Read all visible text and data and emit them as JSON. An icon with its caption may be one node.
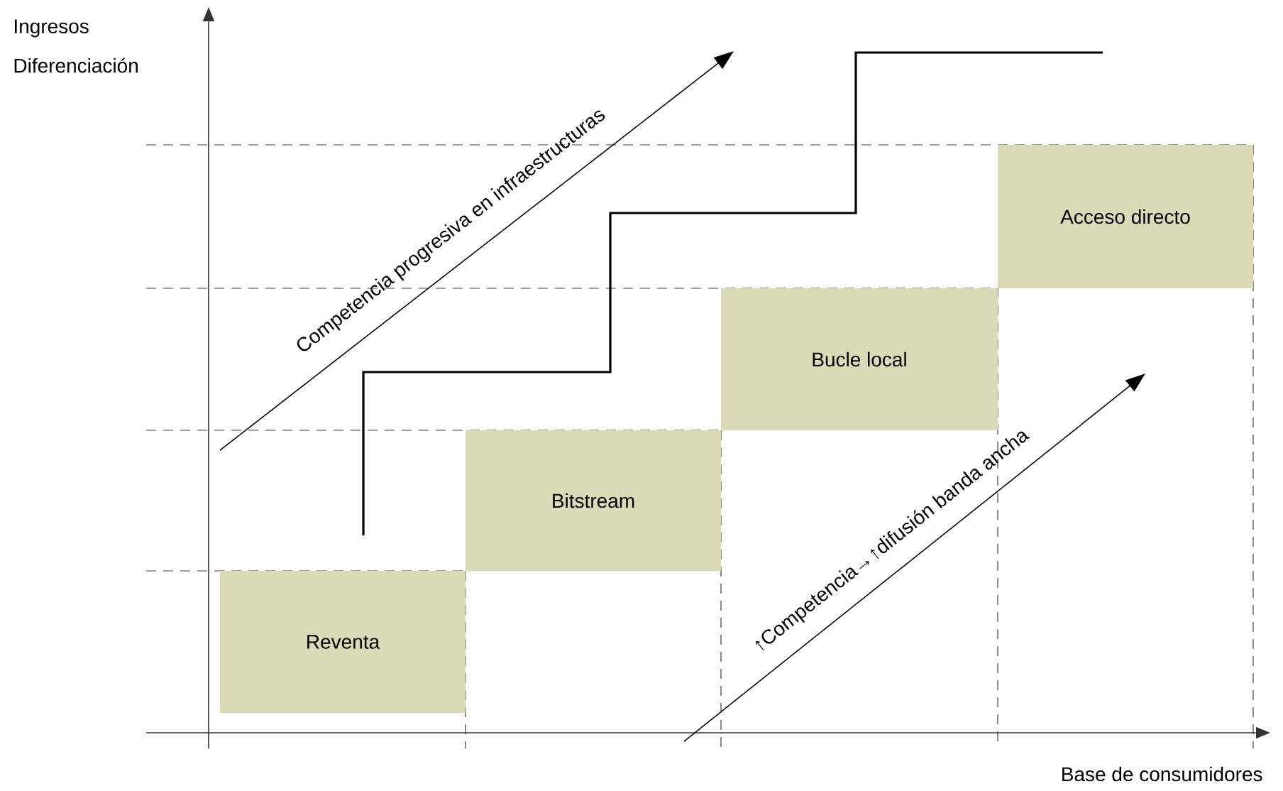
{
  "diagram": {
    "nodes": [
      {
        "text": [
          "Reventa"
        ]
      },
      {
        "text": [
          "Bitstream"
        ]
      },
      {
        "text": [
          "Bucle local"
        ]
      },
      {
        "text": [
          "Acceso directo"
        ]
      }
    ],
    "edges": [],
    "labels": [
      "Ingresos",
      "Diferenciación",
      "Competencia progresiva en infraestructuras",
      "↑Competencia→↑difusión banda ancha",
      "Base de consumidores"
    ]
  }
}
